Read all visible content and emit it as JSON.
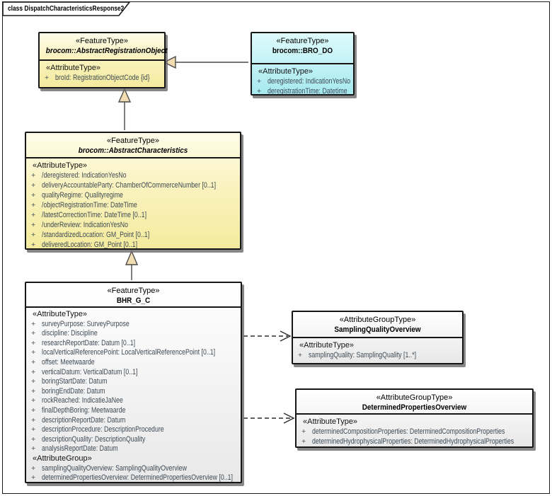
{
  "frame": {
    "title": "class DispatchCharacteristicsResponse2"
  },
  "ui": {
    "plus": "+"
  },
  "colors": {
    "class_yellow": "#F4EB9E",
    "class_cyan": "#A6E9F0",
    "class_gray": "#E8E8E8",
    "generalization_arrow_fill": "#F2DDB3",
    "line": "#4A4A4A",
    "attribute_text": "#3E4A55"
  },
  "classes": [
    {
      "stereotype": "«FeatureType»",
      "name": "brocom::AbstractRegistrationObject",
      "abstract": true,
      "fill": "#F4EB9E",
      "attr_header": "«AttributeType»",
      "attrs": [
        "broId: RegistrationObjectCode {id}"
      ]
    },
    {
      "stereotype": "«FeatureType»",
      "name": "brocom::BRO_DO",
      "abstract": false,
      "fill": "#A6E9F0",
      "attr_header": "«AttributeType»",
      "attrs": [
        "deregistered: IndicationYesNo",
        "deregistrationTime: Datetime"
      ]
    },
    {
      "stereotype": "«FeatureType»",
      "name": "brocom::AbstractCharacteristics",
      "abstract": true,
      "fill": "#F4EB9E",
      "attr_header": "«AttributeType»",
      "attrs": [
        "/deregistered: IndicationYesNo",
        "deliveryAccountableParty: ChamberOfCommerceNumber [0..1]",
        "qualityRegime: Qualityregime",
        "/objectRegistrationTime: DateTime",
        "/latestCorrectionTime: DateTime [0..1]",
        "/underReview: IndicationYesNo",
        "/standardizedLocation: GM_Point [0..1]",
        "deliveredLocation: GM_Point [0..1]"
      ]
    },
    {
      "stereotype": "«FeatureType»",
      "name": "BHR_G_C",
      "abstract": false,
      "fill": "#E8E8E8",
      "attr_header": "«AttributeType»",
      "attrs": [
        "surveyPurpose: SurveyPurpose",
        "discipline: Discipline",
        "researchReportDate: Datum [0..1]",
        "localVerticalReferencePoint: LocalVerticalReferencePoint [0..1]",
        "offset: Meetwaarde",
        "verticalDatum: VerticalDatum [0..1]",
        "boringStartDate: Datum",
        "boringEndDate: Datum",
        "rockReached: IndicatieJaNee",
        "finalDepthBoring: Meetwaarde",
        "descriptionReportDate: Datum",
        "descriptionProcedure: DescriptionProcedure",
        "descriptionQuality: DescriptionQuality",
        "analysisReportDate: Datum"
      ],
      "group_header": "«AttributeGroup»",
      "group_attrs": [
        "samplingQualityOverview: SamplingQualityOverview",
        "determinedPropertiesOverview: DeterminedPropertiesOverview [0..1]"
      ]
    },
    {
      "stereotype": "«AttributeGroupType»",
      "name": "SamplingQualityOverview",
      "abstract": false,
      "fill": "#E8E8E8",
      "attr_header": "«AttributeType»",
      "attrs": [
        "samplingQuality: SamplingQuality [1..*]"
      ]
    },
    {
      "stereotype": "«AttributeGroupType»",
      "name": "DeterminedPropertiesOverview",
      "abstract": false,
      "fill": "#E8E8E8",
      "attr_header": "«AttributeType»",
      "attrs": [
        "determinedCompositionProperties: DeterminedCompositionProperties",
        "determinedHydrophysicalProperties: DeterminedHydrophysicalProperties"
      ]
    }
  ],
  "connectors": [
    {
      "type": "generalization",
      "from": "brocom::BRO_DO",
      "to": "brocom::AbstractRegistrationObject"
    },
    {
      "type": "generalization",
      "from": "brocom::AbstractCharacteristics",
      "to": "brocom::AbstractRegistrationObject"
    },
    {
      "type": "generalization",
      "from": "BHR_G_C",
      "to": "brocom::AbstractCharacteristics"
    },
    {
      "type": "dependency",
      "from": "BHR_G_C",
      "to": "SamplingQualityOverview"
    },
    {
      "type": "dependency",
      "from": "BHR_G_C",
      "to": "DeterminedPropertiesOverview"
    }
  ]
}
